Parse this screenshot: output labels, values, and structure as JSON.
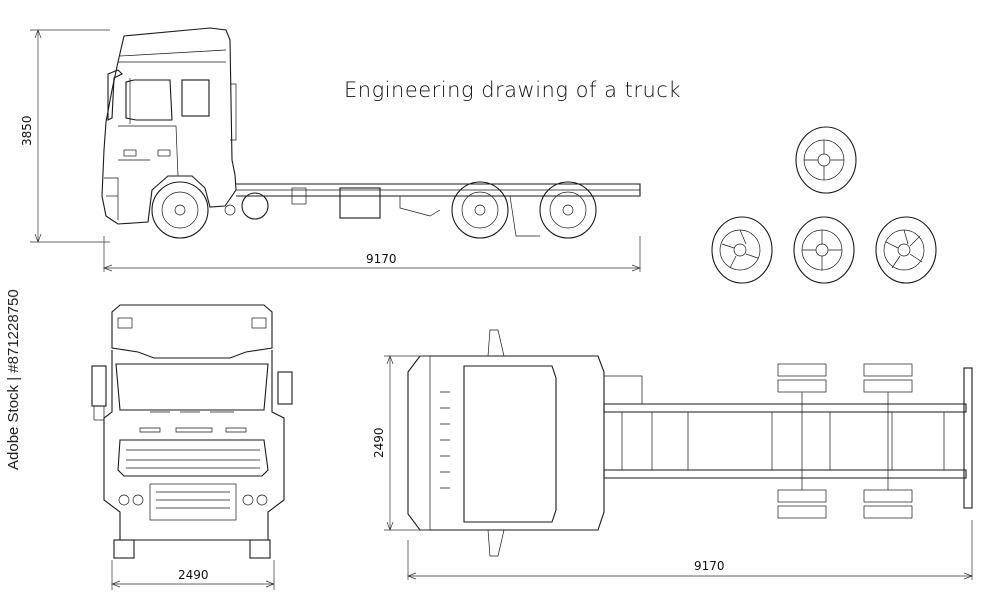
{
  "title": "Engineering drawing of a truck",
  "dimensions": {
    "side_height": "3850",
    "side_length": "9170",
    "front_width": "2490",
    "top_width": "2490",
    "top_length": "9170"
  },
  "stock_text": "Adobe Stock | #871228750",
  "line_color": "#1a1a1a"
}
